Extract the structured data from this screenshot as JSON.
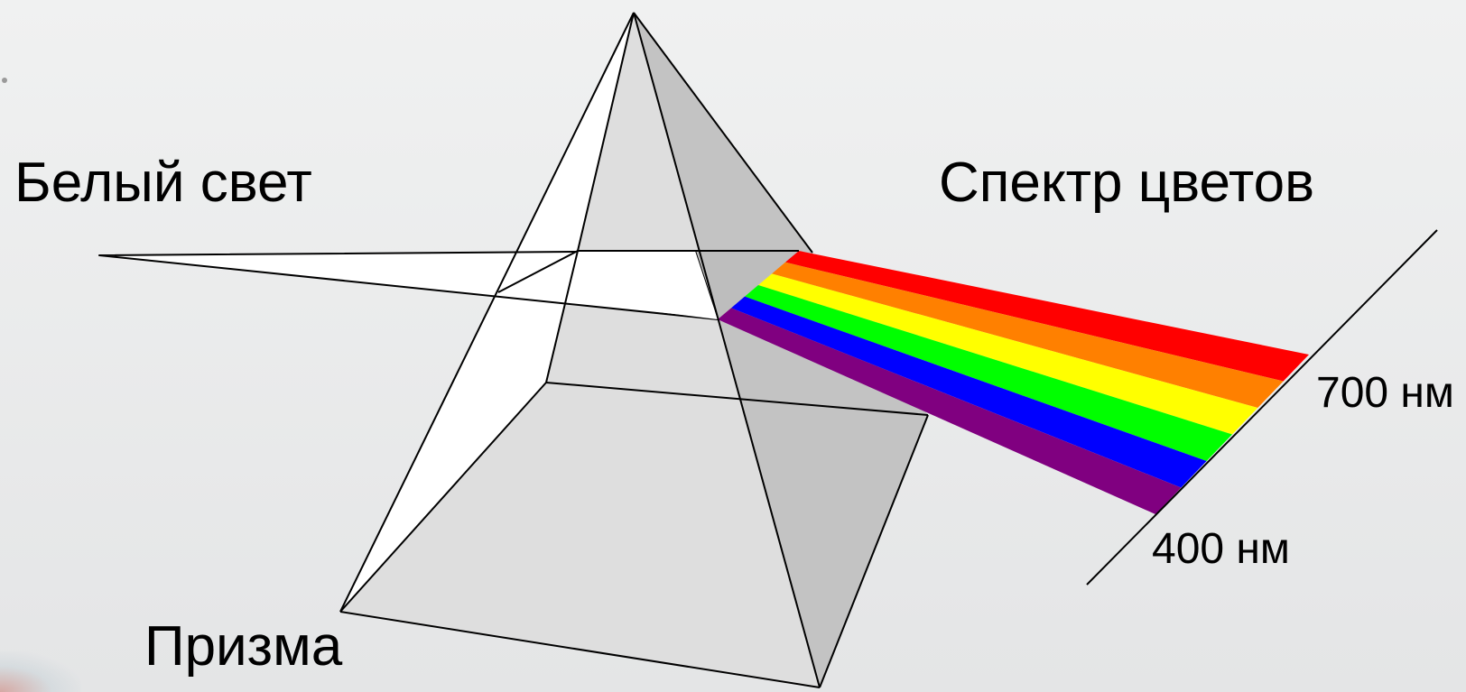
{
  "labels": {
    "white_light": "Белый свет",
    "spectrum": "Спектр цветов",
    "prism": "Призма",
    "wavelength_high": "700 нм",
    "wavelength_low": "400 нм"
  },
  "spectrum_bands": [
    {
      "name": "red",
      "color": "#ff0000"
    },
    {
      "name": "orange",
      "color": "#ff8000"
    },
    {
      "name": "yellow",
      "color": "#ffff00"
    },
    {
      "name": "green",
      "color": "#00ff00"
    },
    {
      "name": "blue",
      "color": "#0000ff"
    },
    {
      "name": "violet",
      "color": "#800080"
    }
  ],
  "colors": {
    "prism_face": "#e1e1e1",
    "prism_shadow": "#c0c0c0",
    "light_beam": "#ffffff",
    "outline": "#000000"
  }
}
